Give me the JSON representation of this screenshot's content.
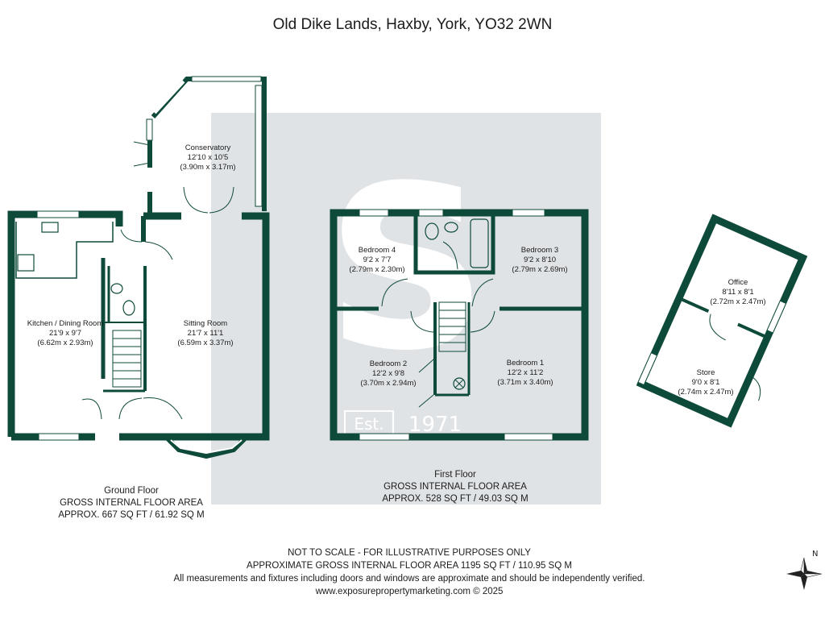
{
  "title": "Old Dike Lands, Haxby, York, YO32 2WN",
  "watermark": {
    "letter": "S",
    "est": "Est.",
    "year": "1971"
  },
  "colors": {
    "wall": "#0e4a3a",
    "window": "#ffffff",
    "watermark": "#e0e3e6"
  },
  "rooms": {
    "conservatory": {
      "name": "Conservatory",
      "imperial": "12'10 x 10'5",
      "metric": "(3.90m x 3.17m)"
    },
    "kitchen": {
      "name": "Kitchen / Dining Room",
      "imperial": "21'9 x 9'7",
      "metric": "(6.62m x 2.93m)"
    },
    "sitting": {
      "name": "Sitting Room",
      "imperial": "21'7 x 11'1",
      "metric": "(6.59m x 3.37m)"
    },
    "bedroom4": {
      "name": "Bedroom 4",
      "imperial": "9'2 x 7'7",
      "metric": "(2.79m x 2.30m)"
    },
    "bedroom3": {
      "name": "Bedroom 3",
      "imperial": "9'2 x 8'10",
      "metric": "(2.79m x 2.69m)"
    },
    "bedroom2": {
      "name": "Bedroom 2",
      "imperial": "12'2 x 9'8",
      "metric": "(3.70m x 2.94m)"
    },
    "bedroom1": {
      "name": "Bedroom 1",
      "imperial": "12'2 x 11'2",
      "metric": "(3.71m x 3.40m)"
    },
    "office": {
      "name": "Office",
      "imperial": "8'11 x 8'1",
      "metric": "(2.72m x 2.47m)"
    },
    "store": {
      "name": "Store",
      "imperial": "9'0 x 8'1",
      "metric": "(2.74m x 2.47m)"
    }
  },
  "floors": {
    "ground": {
      "name": "Ground Floor",
      "line1": "GROSS INTERNAL FLOOR AREA",
      "line2": "APPROX. 667 SQ FT / 61.92 SQ M"
    },
    "first": {
      "name": "First Floor",
      "line1": "GROSS INTERNAL FLOOR AREA",
      "line2": "APPROX. 528 SQ FT / 49.03 SQ M"
    }
  },
  "footer": {
    "line1": "NOT TO SCALE - FOR ILLUSTRATIVE PURPOSES ONLY",
    "line2": "APPROXIMATE GROSS INTERNAL FLOOR AREA 1195 SQ FT / 110.95 SQ M",
    "line3": "All measurements and fixtures including doors and windows are approximate and should be independently verified.",
    "line4": "www.exposurepropertymarketing.com © 2025"
  },
  "compass": {
    "label": "N",
    "icon": "compass-icon"
  }
}
